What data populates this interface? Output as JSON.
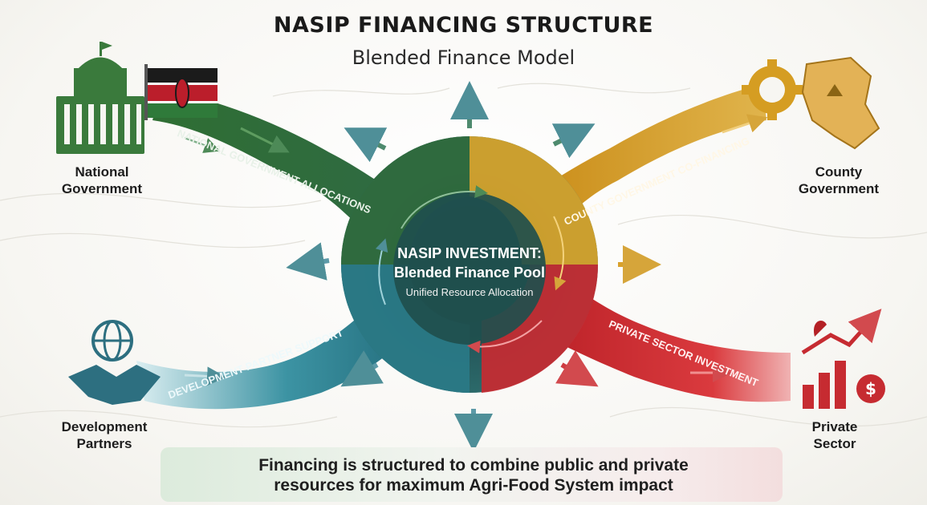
{
  "header": {
    "title": "NASIP FINANCING STRUCTURE",
    "subtitle": "Blended Finance Model"
  },
  "actors": {
    "national": "National Government",
    "county": "County Government",
    "development": "Development Partners",
    "private": "Private Sector"
  },
  "flows": {
    "national": "NATIONAL GOVERNMENT ALLOCATIONS",
    "county": "COUNTY GOVERNMENT CO-FINANCING",
    "development": "DEVELOPMENT PARTNER SUPPORT",
    "private": "PRIVATE SECTOR INVESTMENT"
  },
  "center": {
    "title_line1": "NASIP INVESTMENT:",
    "title_line2": "Blended Finance Pool",
    "subtitle": "Unified Resource Allocation"
  },
  "footer": {
    "text": "Financing is structured to combine public and private resources for maximum Agri-Food System impact"
  },
  "colors": {
    "national": "#3f7d3f",
    "county": "#d9a42a",
    "development": "#2f8596",
    "private": "#d6323a"
  },
  "icons": {
    "national": "government-building-icon",
    "flag": "kenya-flag-icon",
    "county": "kenya-map-gear-icon",
    "development": "globe-handshake-icon",
    "private": "growth-chart-dollar-icon",
    "footer_left": "wheat-icon",
    "footer_right": "tractor-icon"
  }
}
